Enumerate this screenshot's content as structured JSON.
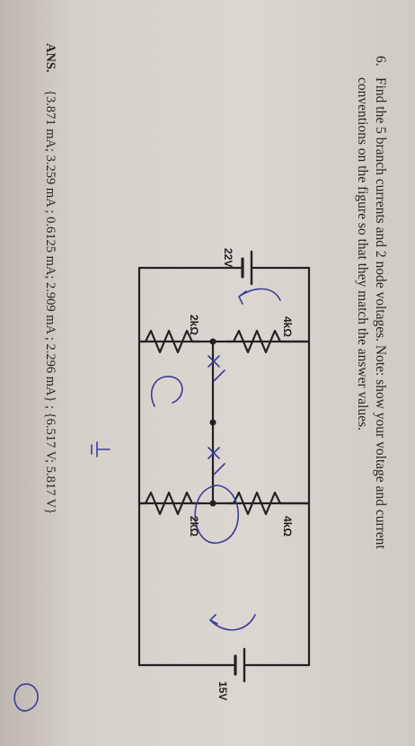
{
  "question": {
    "number": "6.",
    "line1": "Find the 5 branch currents and 2 node voltages. Note: show your voltage and current",
    "line2": "conventions on the figure so that they match the answer values."
  },
  "circuit_labels": {
    "source_left": "22V",
    "source_right": "15V",
    "r_top_left": "4kΩ",
    "r_bottom_left": "2kΩ",
    "r_top_right": "4kΩ",
    "r_bottom_right": "2kΩ"
  },
  "answer": {
    "label": "ANS.",
    "values": "{3.871 mA; 3.259 mA ; 0.6125 mA; 2.909 mA ; 2.296 mA} ; {6.517 V; 5.817 V}"
  },
  "colors": {
    "ink": "#2a2522",
    "pen": "#3a3c9a",
    "paper": "#d8d2cc"
  }
}
